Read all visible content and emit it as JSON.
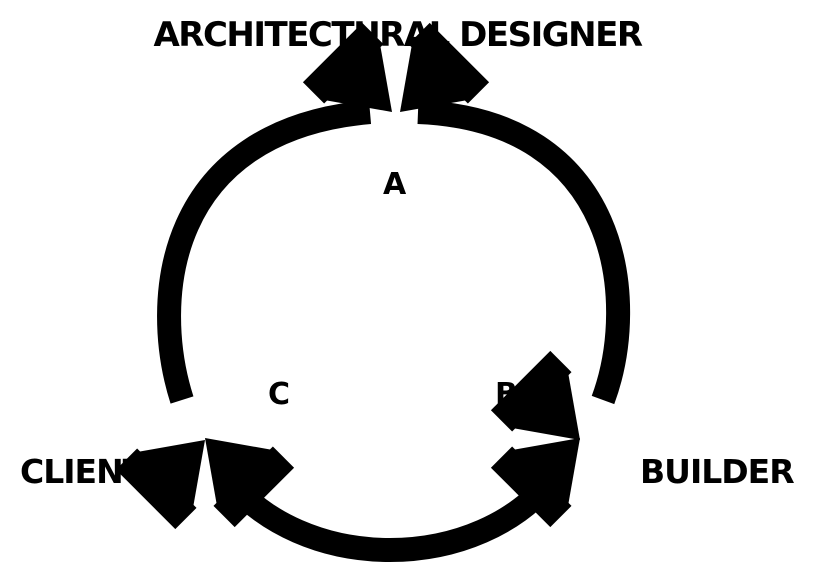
{
  "nodes": {
    "top": "ARCHITECTURAL DESIGNER",
    "left": "CLIENT",
    "right": "BUILDER"
  },
  "arcs": {
    "a": "A",
    "b": "B",
    "c": "C"
  },
  "colors": {
    "ink": "#000000",
    "background": "#ffffff"
  }
}
